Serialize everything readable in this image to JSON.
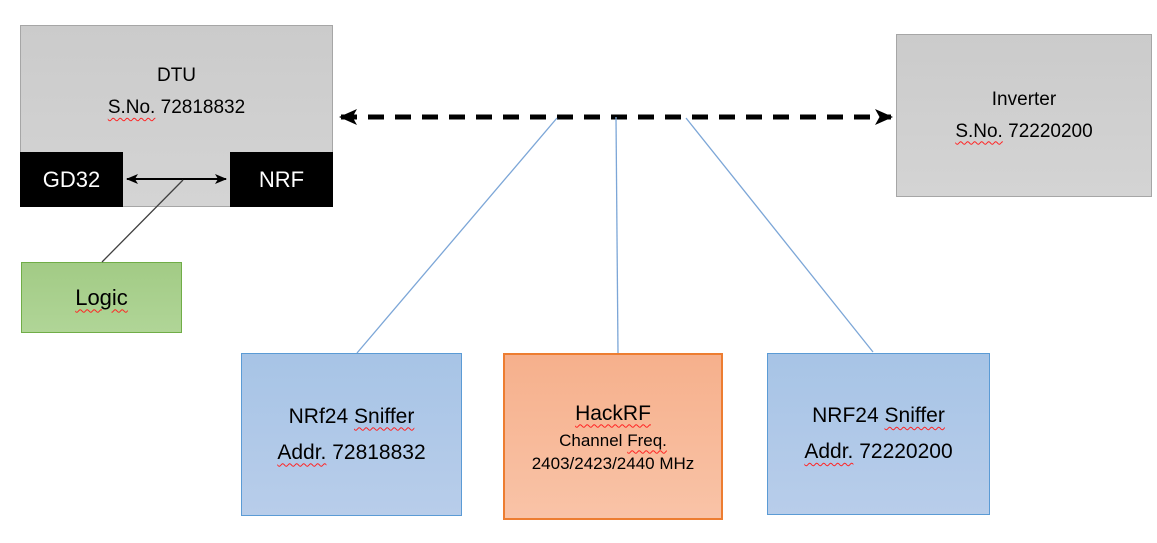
{
  "colors": {
    "gray_fill_top": "#cbcbcb",
    "gray_fill_bottom": "#d4d4d4",
    "gray_border": "#a6a6a6",
    "black_fill": "#000000",
    "green_fill_top": "#a2cb85",
    "green_fill_bottom": "#b0d597",
    "green_border": "#70ad47",
    "blue_fill_top": "#a7c4e6",
    "blue_fill_bottom": "#b8cdea",
    "blue_border": "#5b9bd5",
    "orange_fill_top": "#f6b08c",
    "orange_fill_bottom": "#f9c3a7",
    "orange_border": "#ed7d31",
    "connector_blue": "#7ca6d7",
    "line_dark": "#404040",
    "arrow_black": "#000000",
    "squiggle_red": "#ff2222"
  },
  "nodes": {
    "dtu": {
      "name": "DTU",
      "serial_label": "S.No.",
      "serial_number": "72818832"
    },
    "gd32": {
      "label": "GD32"
    },
    "nrf": {
      "label": "NRF"
    },
    "logic": {
      "label": "Logic"
    },
    "inverter": {
      "name": "Inverter",
      "serial_label": "S.No.",
      "serial_number": "72220200"
    },
    "sniffer_left": {
      "title_prefix": "NRf24",
      "title_word": "Sniffer",
      "addr_label": "Addr.",
      "addr_value": "72818832"
    },
    "hackrf": {
      "title": "HackRF",
      "line2_prefix": "Channel",
      "line2_word": "Freq.",
      "line3": "2403/2423/2440 MHz"
    },
    "sniffer_right": {
      "title_prefix": "NRF24",
      "title_word": "Sniffer",
      "addr_label": "Addr.",
      "addr_value": "72220200"
    }
  }
}
